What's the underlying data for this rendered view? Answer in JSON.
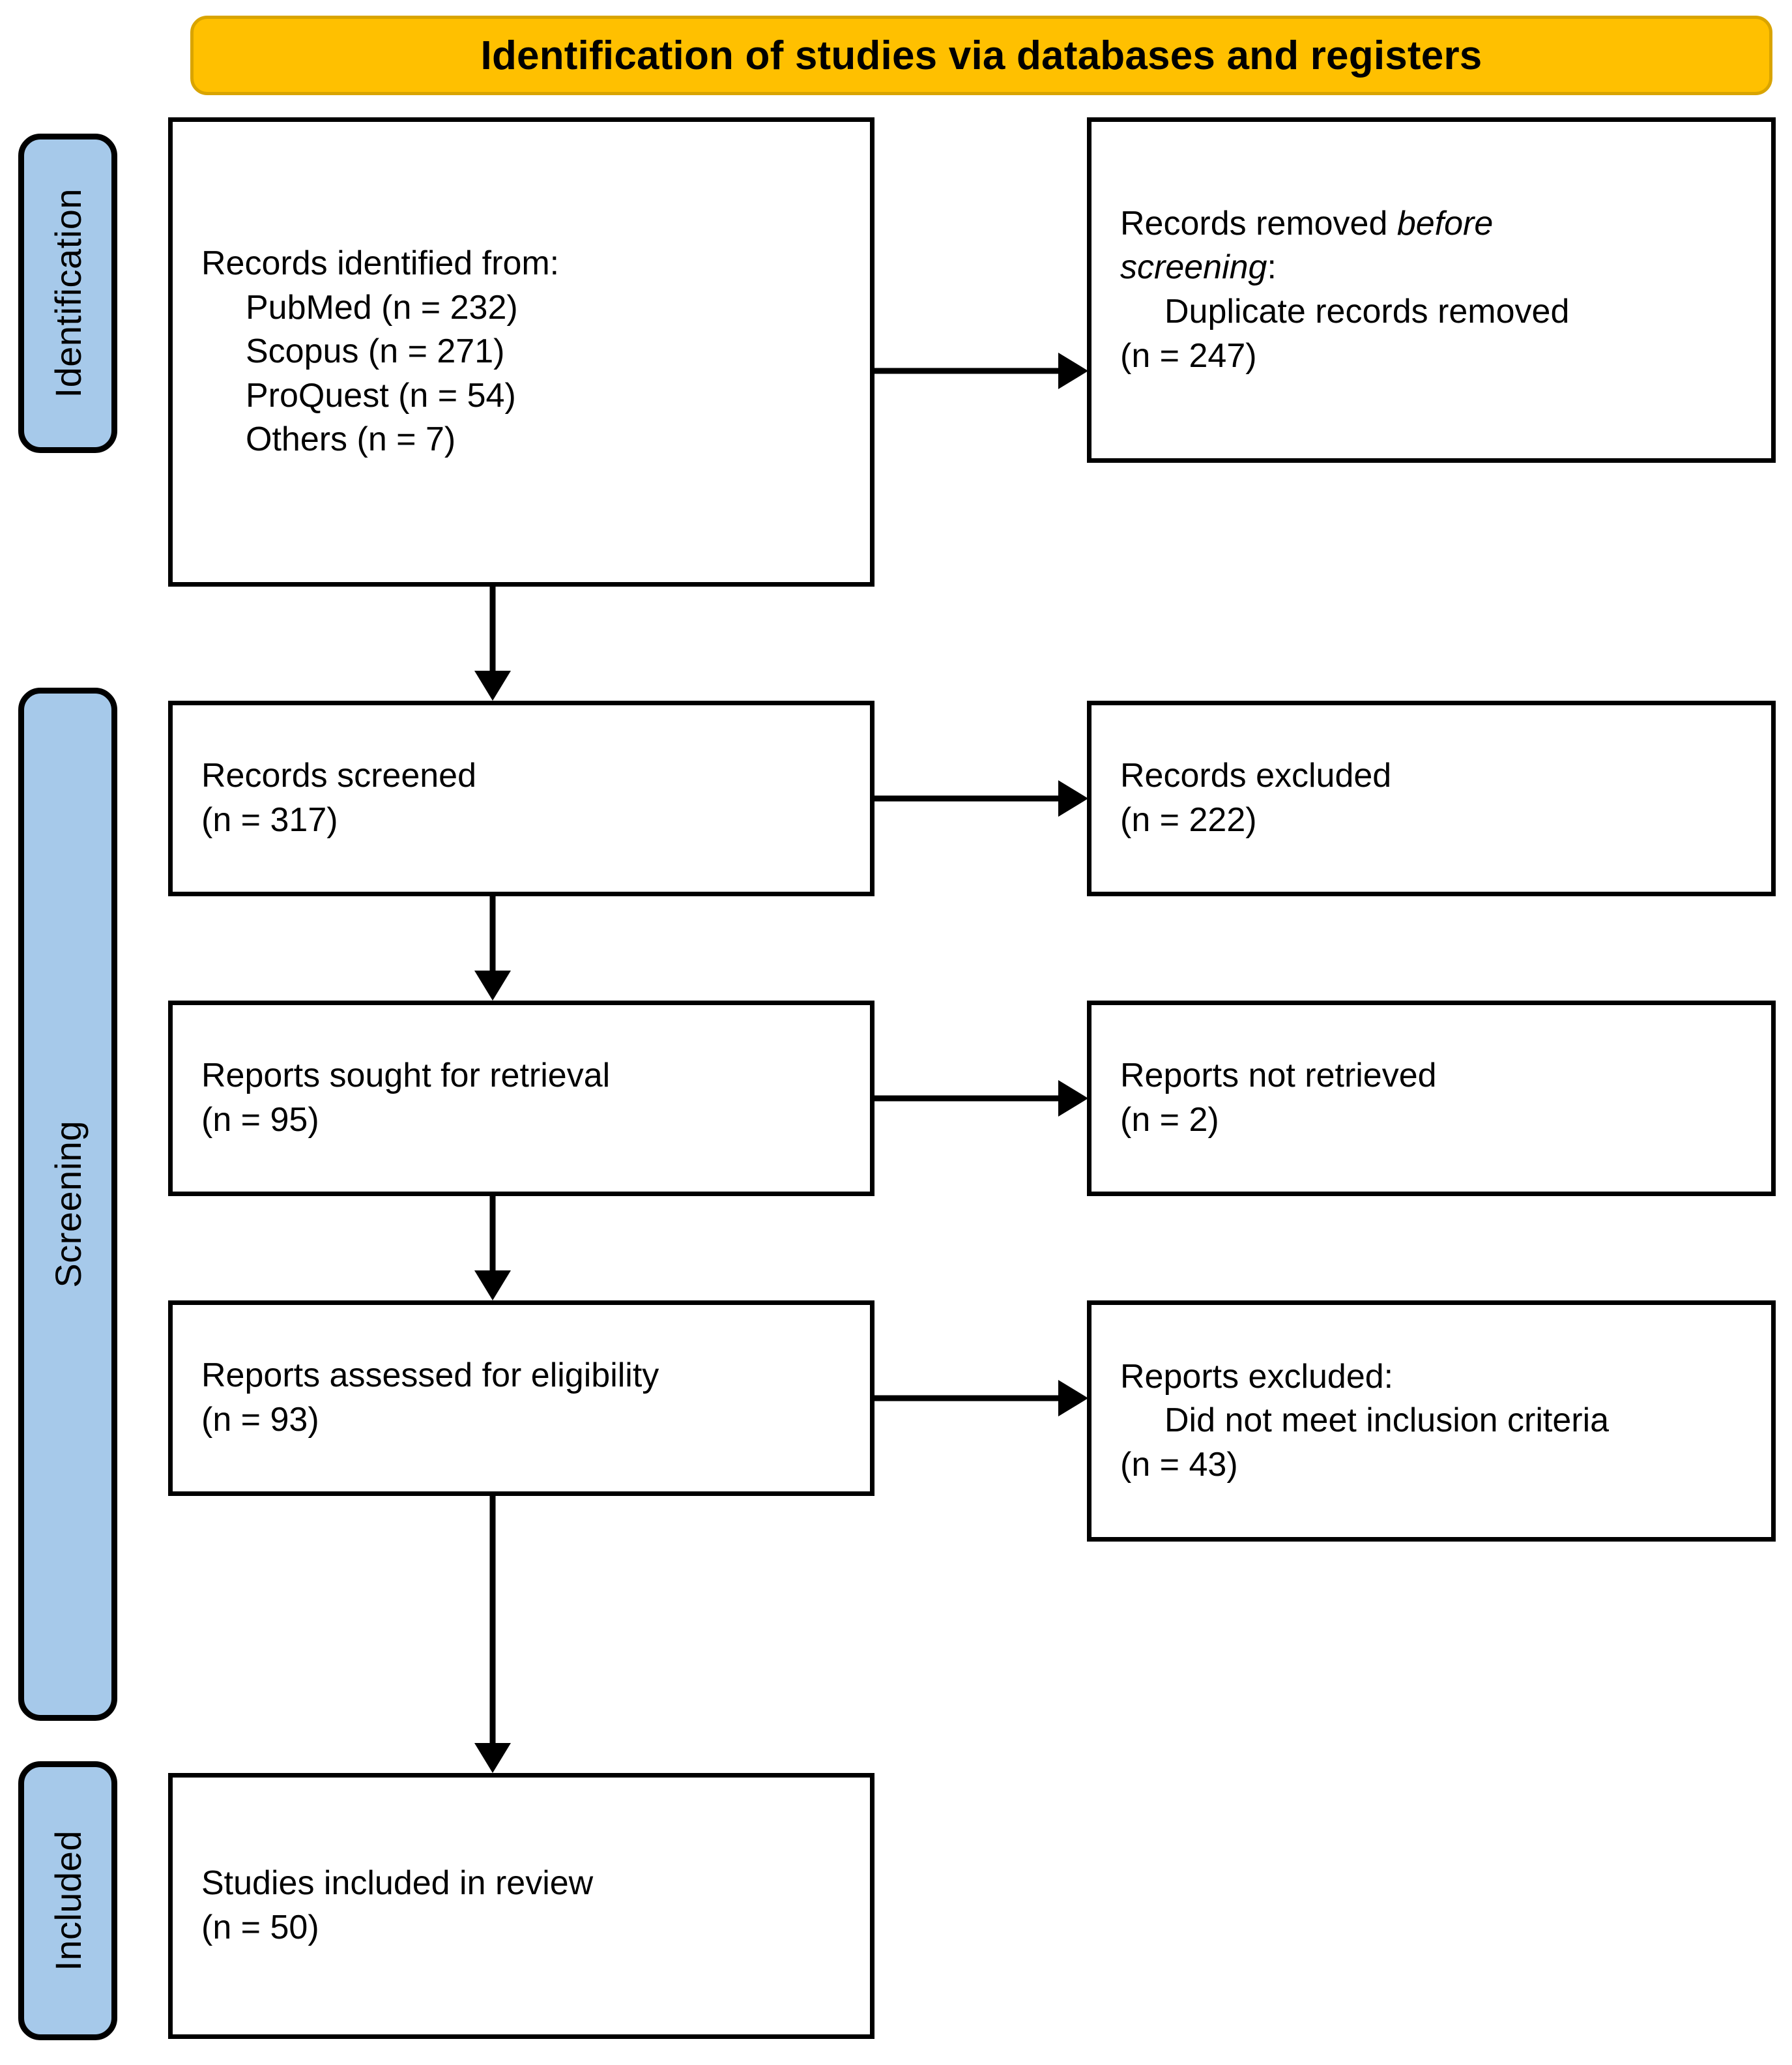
{
  "banner": {
    "title": "Identification of studies via databases and registers",
    "color": "#FFC000"
  },
  "stages": {
    "color": "#A6C9EA",
    "identification": "Identification",
    "screening": "Screening",
    "included": "Included"
  },
  "boxes": {
    "records_identified": {
      "heading": "Records identified from:",
      "sources": [
        "PubMed (n = 232)",
        "Scopus (n = 271)",
        "ProQuest (n = 54)",
        "Others (n = 7)"
      ]
    },
    "records_removed": {
      "line1_prefix": "Records removed ",
      "line1_italic": "before",
      "line2_italic": "screening",
      "line2_suffix": ":",
      "detail": "Duplicate records removed",
      "count": "(n = 247)"
    },
    "records_screened": {
      "label": "Records screened",
      "count": "(n = 317)"
    },
    "records_excluded": {
      "label": "Records excluded",
      "count": "(n = 222)"
    },
    "reports_sought": {
      "label": "Reports sought for retrieval",
      "count": "(n = 95)"
    },
    "reports_not_retrieved": {
      "label": "Reports not retrieved",
      "count": "(n = 2)"
    },
    "reports_assessed": {
      "label": "Reports assessed for eligibility",
      "count": "(n = 93)"
    },
    "reports_excluded": {
      "heading": "Reports excluded:",
      "reason": "Did not meet inclusion criteria",
      "count": "(n = 43)"
    },
    "studies_included": {
      "label": "Studies included in review",
      "count": "(n = 50)"
    }
  }
}
